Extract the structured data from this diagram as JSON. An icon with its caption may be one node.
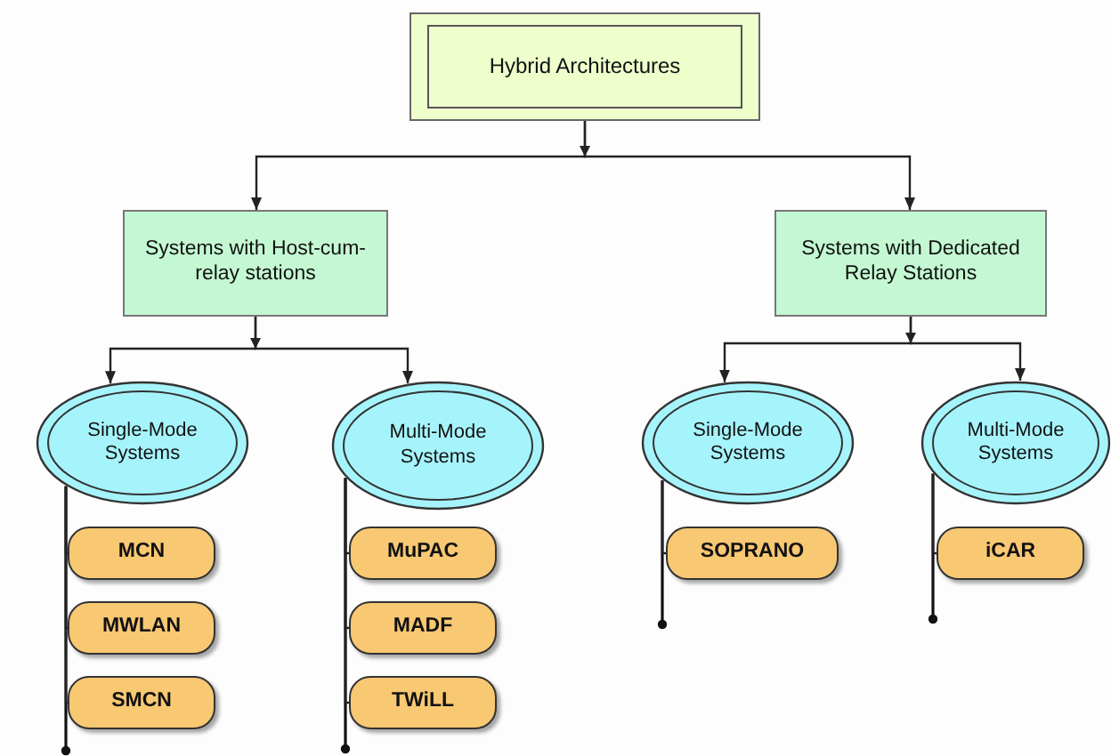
{
  "diagram": {
    "nodes": [
      {
        "text": [
          "Hybrid Architectures"
        ]
      },
      {
        "text": [
          "Systems with Host-cum-relay stations"
        ]
      },
      {
        "text": [
          "Systems with Dedicated Relay Stations"
        ]
      },
      {
        "text": [
          "Single-Mode Systems"
        ]
      },
      {
        "text": [
          "Multi-Mode Systems"
        ]
      },
      {
        "text": [
          "Single-Mode Systems"
        ]
      },
      {
        "text": [
          "Multi-Mode Systems"
        ]
      },
      {
        "text": [
          "MCN"
        ]
      },
      {
        "text": [
          "MuPAC"
        ]
      },
      {
        "text": [
          "SOPRANO"
        ]
      },
      {
        "text": [
          "iCAR"
        ]
      },
      {
        "text": [
          "MWLAN"
        ]
      },
      {
        "text": [
          "MADF"
        ]
      },
      {
        "text": [
          "SMCN"
        ]
      },
      {
        "text": [
          "TWiLL"
        ]
      }
    ],
    "edges": [
      {
        "from": 0,
        "to": 1,
        "arrow": "to"
      },
      {
        "from": 0,
        "to": 2,
        "arrow": "to"
      },
      {
        "from": 1,
        "to": 3,
        "arrow": "to"
      },
      {
        "from": 1,
        "to": 4,
        "arrow": "to"
      },
      {
        "from": 2,
        "to": 5,
        "arrow": "to"
      },
      {
        "from": 2,
        "to": 6,
        "arrow": "to"
      },
      {
        "from": 3,
        "to": 7,
        "arrow": "none"
      },
      {
        "from": 3,
        "to": 11,
        "arrow": "none"
      },
      {
        "from": 3,
        "to": 13,
        "arrow": "none"
      },
      {
        "from": 4,
        "to": 8,
        "arrow": "none"
      },
      {
        "from": 4,
        "to": 12,
        "arrow": "none"
      },
      {
        "from": 4,
        "to": 14,
        "arrow": "none"
      },
      {
        "from": 5,
        "to": 9,
        "arrow": "none"
      },
      {
        "from": 6,
        "to": 10,
        "arrow": "none"
      }
    ]
  }
}
